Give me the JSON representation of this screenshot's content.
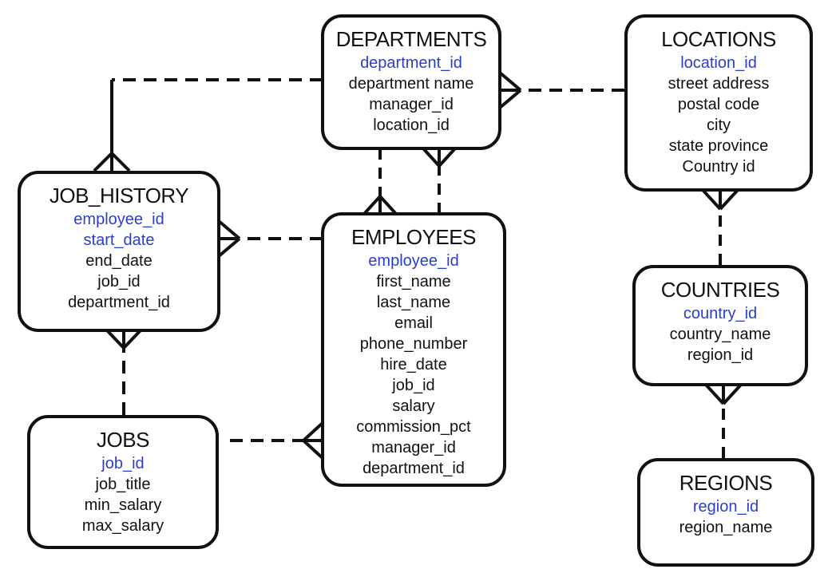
{
  "colors": {
    "line": "#111111",
    "primary_key": "#2b3fc4",
    "text": "#111111"
  },
  "entities": {
    "departments": {
      "title": "DEPARTMENTS",
      "fields": [
        {
          "name": "department_id",
          "pk": true
        },
        {
          "name": "department name",
          "pk": false
        },
        {
          "name": "manager_id",
          "pk": false
        },
        {
          "name": "location_id",
          "pk": false
        }
      ]
    },
    "locations": {
      "title": "LOCATIONS",
      "fields": [
        {
          "name": "location_id",
          "pk": true
        },
        {
          "name": "street address",
          "pk": false
        },
        {
          "name": "postal code",
          "pk": false
        },
        {
          "name": "city",
          "pk": false
        },
        {
          "name": "state province",
          "pk": false
        },
        {
          "name": "Country id",
          "pk": false
        }
      ]
    },
    "job_history": {
      "title": "JOB_HISTORY",
      "fields": [
        {
          "name": "employee_id",
          "pk": true
        },
        {
          "name": "start_date",
          "pk": true
        },
        {
          "name": "end_date",
          "pk": false
        },
        {
          "name": "job_id",
          "pk": false
        },
        {
          "name": "department_id",
          "pk": false
        }
      ]
    },
    "employees": {
      "title": "EMPLOYEES",
      "fields": [
        {
          "name": "employee_id",
          "pk": true
        },
        {
          "name": "first_name",
          "pk": false
        },
        {
          "name": "last_name",
          "pk": false
        },
        {
          "name": "email",
          "pk": false
        },
        {
          "name": "phone_number",
          "pk": false
        },
        {
          "name": "hire_date",
          "pk": false
        },
        {
          "name": "job_id",
          "pk": false
        },
        {
          "name": "salary",
          "pk": false
        },
        {
          "name": "commission_pct",
          "pk": false
        },
        {
          "name": "manager_id",
          "pk": false
        },
        {
          "name": "department_id",
          "pk": false
        }
      ]
    },
    "countries": {
      "title": "COUNTRIES",
      "fields": [
        {
          "name": "country_id",
          "pk": true
        },
        {
          "name": "country_name",
          "pk": false
        },
        {
          "name": "region_id",
          "pk": false
        }
      ]
    },
    "jobs": {
      "title": "JOBS",
      "fields": [
        {
          "name": "job_id",
          "pk": true
        },
        {
          "name": "job_title",
          "pk": false
        },
        {
          "name": "min_salary",
          "pk": false
        },
        {
          "name": "max_salary",
          "pk": false
        }
      ]
    },
    "regions": {
      "title": "REGIONS",
      "fields": [
        {
          "name": "region_id",
          "pk": true
        },
        {
          "name": "region_name",
          "pk": false
        }
      ]
    }
  },
  "relationships": [
    {
      "from": "departments",
      "to": "job_history"
    },
    {
      "from": "locations",
      "to": "departments"
    },
    {
      "from": "departments",
      "to": "employees"
    },
    {
      "from": "employees",
      "to": "departments"
    },
    {
      "from": "employees",
      "to": "job_history"
    },
    {
      "from": "jobs",
      "to": "job_history"
    },
    {
      "from": "jobs",
      "to": "employees"
    },
    {
      "from": "countries",
      "to": "locations"
    },
    {
      "from": "regions",
      "to": "countries"
    }
  ]
}
